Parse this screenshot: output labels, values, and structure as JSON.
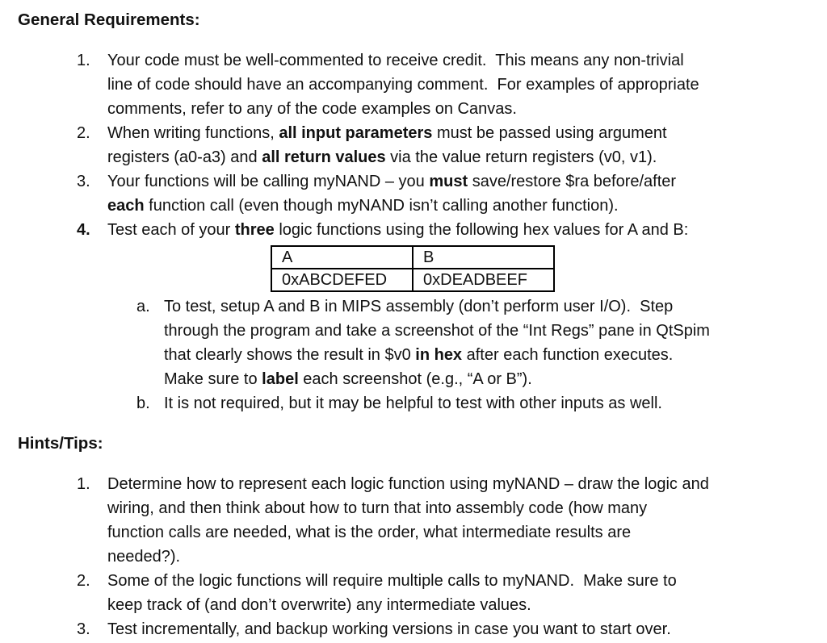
{
  "document": {
    "sections": [
      {
        "heading": "General Requirements:",
        "items": [
          {
            "marker": "1.",
            "runs": [
              {
                "t": "Your code must be well-commented to receive credit.  This means any non-trivial\nline of code should have an accompanying comment.  For examples of appropriate\ncomments, refer to any of the code examples on Canvas."
              }
            ]
          },
          {
            "marker": "2.",
            "runs": [
              {
                "t": "When writing functions, "
              },
              {
                "t": "all input parameters",
                "b": true
              },
              {
                "t": " must be passed using argument\nregisters (a0-a3) and "
              },
              {
                "t": "all return values",
                "b": true
              },
              {
                "t": " via the value return registers (v0, v1)."
              }
            ]
          },
          {
            "marker": "3.",
            "runs": [
              {
                "t": "Your functions will be calling myNAND – you "
              },
              {
                "t": "must",
                "b": true
              },
              {
                "t": " save/restore $ra before/after\n"
              },
              {
                "t": "each",
                "b": true
              },
              {
                "t": " function call (even though myNAND isn’t calling another function)."
              }
            ]
          },
          {
            "marker": "4.",
            "runs": [
              {
                "t": "Test each of your "
              },
              {
                "t": "three",
                "b": true
              },
              {
                "t": " logic functions using the following hex values for A and B:"
              }
            ]
          }
        ],
        "table": {
          "headers": [
            "A",
            "B"
          ],
          "rows": [
            [
              "0xABCDEFED",
              "0xDEADBEEF"
            ]
          ]
        },
        "subitems": [
          {
            "marker": "a.",
            "runs": [
              {
                "t": "To test, setup A and B in MIPS assembly (don’t perform user I/O).  Step\nthrough the program and take a screenshot of the “Int Regs” pane in QtSpim\nthat clearly shows the result in $v0 "
              },
              {
                "t": "in hex",
                "b": true
              },
              {
                "t": " after each function executes.\nMake sure to "
              },
              {
                "t": "label",
                "b": true
              },
              {
                "t": " each screenshot (e.g., “A or B”)."
              }
            ]
          },
          {
            "marker": "b.",
            "runs": [
              {
                "t": "It is not required, but it may be helpful to test with other inputs as well."
              }
            ]
          }
        ]
      },
      {
        "heading": "Hints/Tips:",
        "items": [
          {
            "marker": "1.",
            "runs": [
              {
                "t": "Determine how to represent each logic function using myNAND – draw the logic and\nwiring, and then think about how to turn that into assembly code (how many\nfunction calls are needed, what is the order, what intermediate results are\nneeded?)."
              }
            ]
          },
          {
            "marker": "2.",
            "runs": [
              {
                "t": "Some of the logic functions will require multiple calls to myNAND.  Make sure to\nkeep track of (and don’t overwrite) any intermediate values."
              }
            ]
          },
          {
            "marker": "3.",
            "runs": [
              {
                "t": "Test incrementally, and backup working versions in case you want to start over."
              }
            ]
          }
        ]
      }
    ]
  }
}
